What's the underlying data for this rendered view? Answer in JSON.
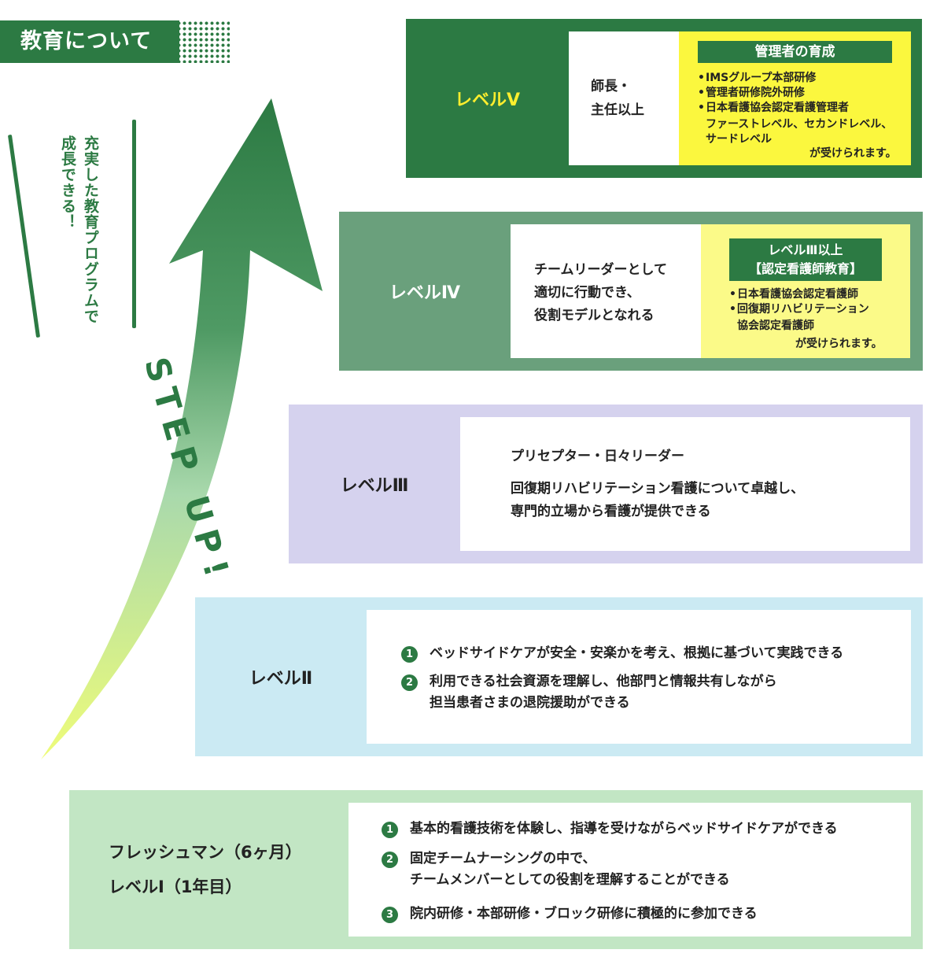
{
  "header": {
    "title": "教育について"
  },
  "tagline": {
    "line1": "充実した教育プログラムで",
    "line2": "成長できる！"
  },
  "step_up": "STEP UP!",
  "levels": {
    "v": {
      "label": "レベルⅤ",
      "role": [
        "師長・",
        "主任以上"
      ],
      "box_title": "管理者の育成",
      "bullets": [
        "IMSグループ本部研修",
        "管理者研修院外研修",
        "日本看護協会認定看護管理者",
        "ファーストレベル、セカンドレベル、",
        "サードレベル"
      ],
      "note": "が受けられます。",
      "colors": {
        "panel": "#2c7a43",
        "label": "#ffee2e",
        "box": "#fbf73e"
      }
    },
    "iv": {
      "label": "レベルⅣ",
      "role": [
        "チームリーダーとして",
        "適切に行動でき、",
        "役割モデルとなれる"
      ],
      "box_title": [
        "レベルⅢ以上",
        "【認定看護師教育】"
      ],
      "bullets": [
        "日本看護協会認定看護師",
        "回復期リハビリテーション",
        "協会認定看護師"
      ],
      "note": "が受けられます。",
      "colors": {
        "panel": "#6aa07c",
        "box": "#fbfa88"
      }
    },
    "iii": {
      "label": "レベルⅢ",
      "lines": [
        "プリセプター・日々リーダー",
        "回復期リハビリテーション看護について卓越し、",
        "専門的立場から看護が提供できる"
      ],
      "colors": {
        "panel": "#d5d2ee"
      }
    },
    "ii": {
      "label": "レベルⅡ",
      "items": [
        {
          "num": "1",
          "text": [
            "ベッドサイドケアが安全・安楽かを考え、根拠に基づいて実践できる"
          ]
        },
        {
          "num": "2",
          "text": [
            "利用できる社会資源を理解し、他部門と情報共有しながら",
            "担当患者さまの退院援助ができる"
          ]
        }
      ],
      "colors": {
        "panel": "#cbeaf3"
      }
    },
    "i": {
      "label": [
        "フレッシュマン（6ヶ月）",
        "レベルⅠ（1年目）"
      ],
      "items": [
        {
          "num": "1",
          "text": [
            "基本的看護技術を体験し、指導を受けながらベッドサイドケアができる"
          ]
        },
        {
          "num": "2",
          "text": [
            "固定チームナーシングの中で、",
            "チームメンバーとしての役割を理解することができる"
          ]
        },
        {
          "num": "3",
          "text": [
            "院内研修・本部研修・ブロック研修に積極的に参加できる"
          ]
        }
      ],
      "colors": {
        "panel": "#c2e6c4"
      }
    }
  }
}
